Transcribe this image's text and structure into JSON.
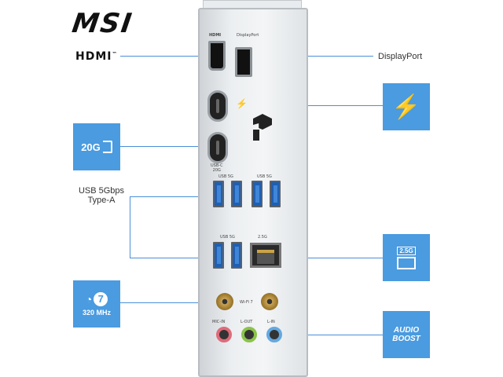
{
  "brand": {
    "msi_logo": "MSI",
    "hdmi_logo": "HDMI",
    "hdmi_logo_tm": "™"
  },
  "labels": {
    "displayport": "DisplayPort",
    "usb_5gbps": "USB 5Gbps",
    "type_a": "Type-A"
  },
  "tiles": {
    "usb20g": "20G",
    "lan": "2.5G",
    "wifi_gen": "7",
    "wifi_freq": "320 MHz",
    "audio_line1": "AUDIO",
    "audio_line2": "BOOST"
  },
  "shield": {
    "hdmi_small": "HDMI",
    "dp_small": "DisplayPort",
    "usbc_small_1": "USB-C",
    "usbc_small_2": "20G",
    "usb5g_a": "USB 5G",
    "usb5g_b": "USB 5G",
    "usb5g_c": "USB 5G",
    "lan_small": "2.5G",
    "wifi_small": "Wi-Fi 7",
    "mic_in": "MIC-IN",
    "l_out": "L-OUT",
    "l_in": "L-IN"
  },
  "colors": {
    "accent": "#4a9be0",
    "line": "#4a90d9",
    "mic": "#e06a7a",
    "lout": "#8bc34a",
    "lin": "#64a8e0"
  }
}
